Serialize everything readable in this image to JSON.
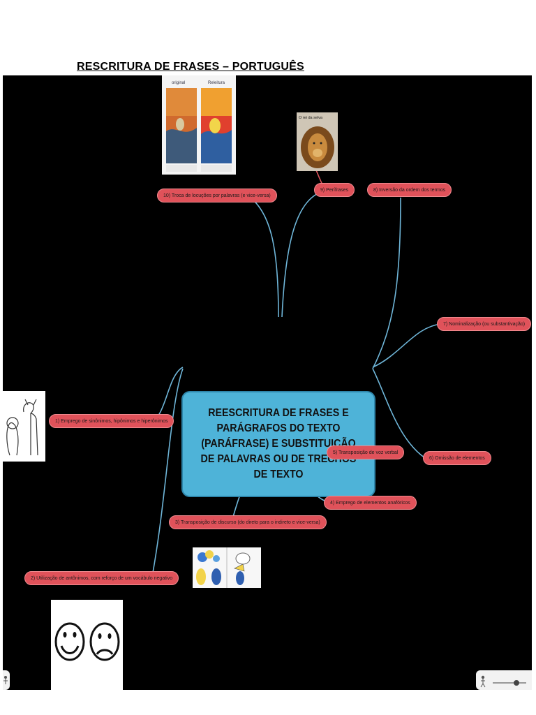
{
  "page": {
    "title": "RESCRITURA DE FRASES – PORTUGUÊS "
  },
  "mindmap": {
    "center": "REESCRITURA DE FRASES E PARÁGRAFOS DO TEXTO (PARÁFRASE) E SUBSTITUIÇÃO DE PALAVRAS OU DE TRECHOS DE TEXTO",
    "nodes": [
      {
        "id": "n10",
        "label": "10) Troca de locuções por palavras (e vice-versa)"
      },
      {
        "id": "n9",
        "label": "9) Perífrases"
      },
      {
        "id": "n8",
        "label": "8) Inversão da ordem dos termos"
      },
      {
        "id": "n7",
        "label": "7) Nominalização (ou substantivação)"
      },
      {
        "id": "n1",
        "label": "1) Emprego de sinônimos, hipônimos e hiperônimos"
      },
      {
        "id": "n5",
        "label": "5) Transposição de voz verbal"
      },
      {
        "id": "n6",
        "label": "6) Omissão de elementos"
      },
      {
        "id": "n4",
        "label": "4) Emprego de elementos anafóricos"
      },
      {
        "id": "n3",
        "label": "3) Transposição de discurso (do direto para o indireto e vice-versa)"
      },
      {
        "id": "n2",
        "label": "2) Utilização de antônimos, com reforço de um vocábulo negativo"
      }
    ],
    "images": {
      "painting": {
        "left_caption": "original",
        "right_caption": "Releitura"
      },
      "lion": {
        "caption": "O rei da selva"
      }
    }
  },
  "colors": {
    "background": "#000000",
    "center": "#4eb3d8",
    "node": "#e0525a",
    "link_blue": "#6fb6d9",
    "link_red": "#d9545c"
  },
  "icons": [
    "painting-thumbnail",
    "lion-thumbnail",
    "dogs-thumbnail",
    "speech-bubbles-thumbnail",
    "smileys-thumbnail",
    "person-icon",
    "zoom-slider"
  ]
}
